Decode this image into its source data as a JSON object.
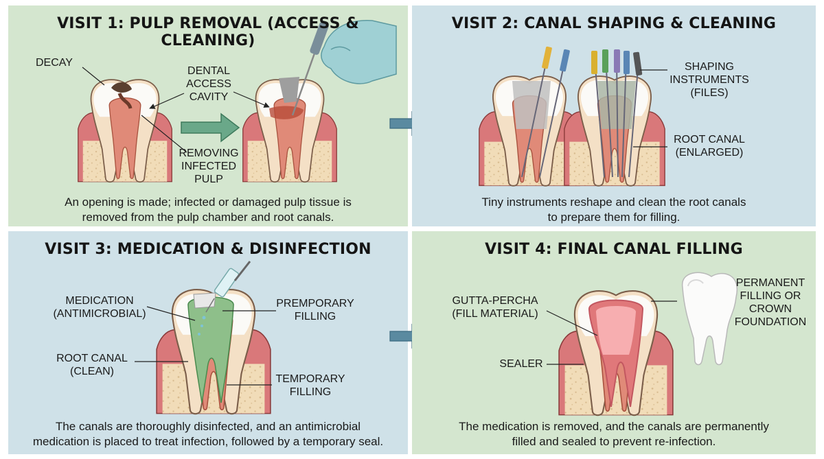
{
  "visits": [
    {
      "title": "VISIT 1: PULP REMOVAL (ACCESS & CLEANING)",
      "labels": {
        "decay": "DECAY",
        "access_cavity": [
          "DENTAL",
          "ACCESS",
          "CAVITY"
        ],
        "removing_pulp": [
          "REMOVING",
          "INFECTED",
          "PULP"
        ]
      },
      "caption": [
        "An opening is made; infected or damaged pulp tissue is",
        "removed from the pulp chamber and root canals."
      ]
    },
    {
      "title": "VISIT 2: CANAL SHAPING & CLEANING",
      "labels": {
        "instruments": [
          "SHAPING",
          "INSTRUMENTS",
          "(FILES)"
        ],
        "root_canal": [
          "ROOT CANAL",
          "(ENLARGED)"
        ]
      },
      "caption": [
        "Tiny instruments reshape and clean the root canals",
        "to prepare them for filling."
      ]
    },
    {
      "title": "VISIT 3: MEDICATION & DISINFECTION",
      "labels": {
        "medication": [
          "MEDICATION",
          "(ANTIMICROBIAL)"
        ],
        "premporary": [
          "PREMPORARY",
          "FILLING"
        ],
        "root_canal": [
          "ROOT CANAL",
          "(CLEAN)"
        ],
        "temporary": [
          "TEMPORARY",
          "FILLING"
        ]
      },
      "caption": [
        "The canals are thoroughly disinfected, and an antimicrobial",
        "medication is placed to treat infection, followed by a temporary seal."
      ]
    },
    {
      "title": "VISIT 4: FINAL CANAL FILLING",
      "labels": {
        "gutta_percha": [
          "GUTTA-PERCHA",
          "(FILL MATERIAL)"
        ],
        "sealer": "SEALER",
        "permanent": [
          "PERMANENT",
          "FILLING OR",
          "CROWN",
          "FOUNDATION"
        ]
      },
      "caption": [
        "The medication is removed, and the canals are permanently",
        "filled and sealed to prevent re-infection."
      ]
    }
  ],
  "colors": {
    "panel_green": "#d4e6cf",
    "panel_blue": "#cfe1e8",
    "gum": "#d9787a",
    "bone": "#f1dcb8",
    "pulp": "#e08a78",
    "arrow_green": "#6aa889",
    "arrow_blue": "#5a8aa0"
  },
  "icons": [
    "tooth-icon",
    "arrow-right-icon",
    "syringe-icon",
    "dental-file-icon",
    "glove-hand-icon",
    "crown-icon"
  ]
}
